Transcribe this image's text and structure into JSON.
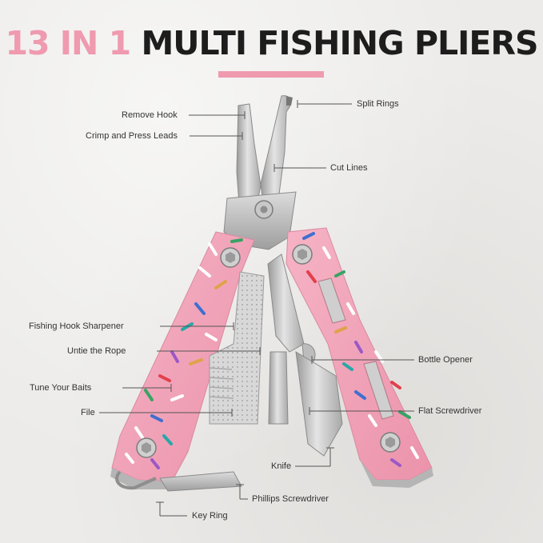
{
  "title": {
    "highlight": "13 IN 1",
    "main": "MULTI FISHING PLIERS"
  },
  "colors": {
    "accent_pink": "#ef9aaf",
    "handle_pink": "#f2a2b8",
    "steel": "#c9c9c9",
    "text_dark": "#1d1d1d"
  },
  "labels": {
    "remove_hook": "Remove Hook",
    "crimp_press_leads": "Crimp and Press Leads",
    "split_rings": "Split Rings",
    "cut_lines": "Cut Lines",
    "fishing_hook_sharpener": "Fishing Hook Sharpener",
    "untie_the_rope": "Untie the Rope",
    "bottle_opener": "Bottle Opener",
    "tune_your_baits": "Tune Your Baits",
    "file": "File",
    "flat_screwdriver": "Flat Screwdriver",
    "knife": "Knife",
    "key_ring": "Key Ring",
    "phillips_screwdriver": "Phillips Screwdriver"
  }
}
